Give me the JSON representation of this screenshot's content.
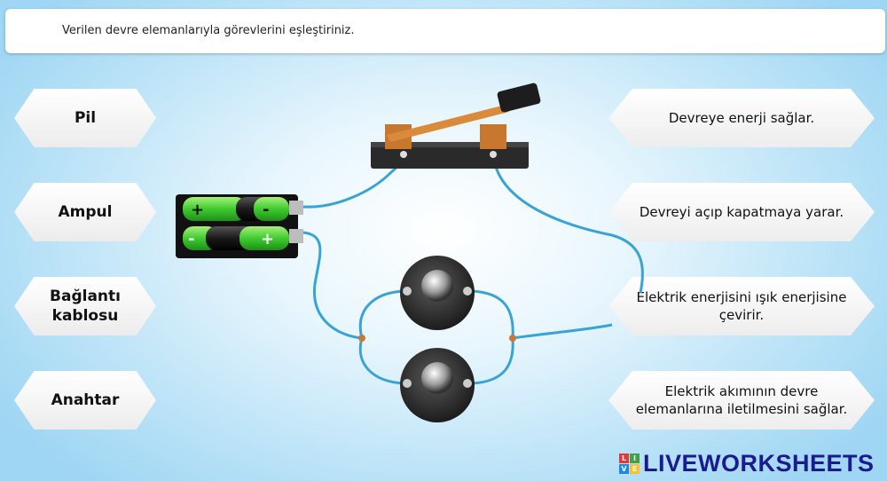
{
  "header": {
    "instruction": "Verilen devre elemanlarıyla görevlerini eşleştiriniz."
  },
  "items": [
    {
      "label": "Pil"
    },
    {
      "label": "Ampul"
    },
    {
      "label": "Bağlantı\nkablosu"
    },
    {
      "label": "Anahtar"
    }
  ],
  "answers": [
    {
      "label": "Devreye enerji sağlar."
    },
    {
      "label": "Devreyi açıp kapatmaya yarar."
    },
    {
      "label": "Elektrik enerjisini ışık enerjisine çevirir."
    },
    {
      "label": "Elektrik akımının devre elemanlarına iletilmesini sağlar."
    }
  ],
  "battery_symbols": [
    "+",
    "-",
    "-",
    "+"
  ],
  "brand": {
    "logo_text": "LIVEWORKSHEETS",
    "badge_letters": [
      "L",
      "I",
      "V",
      "E"
    ],
    "color": "#1b1b8f"
  }
}
